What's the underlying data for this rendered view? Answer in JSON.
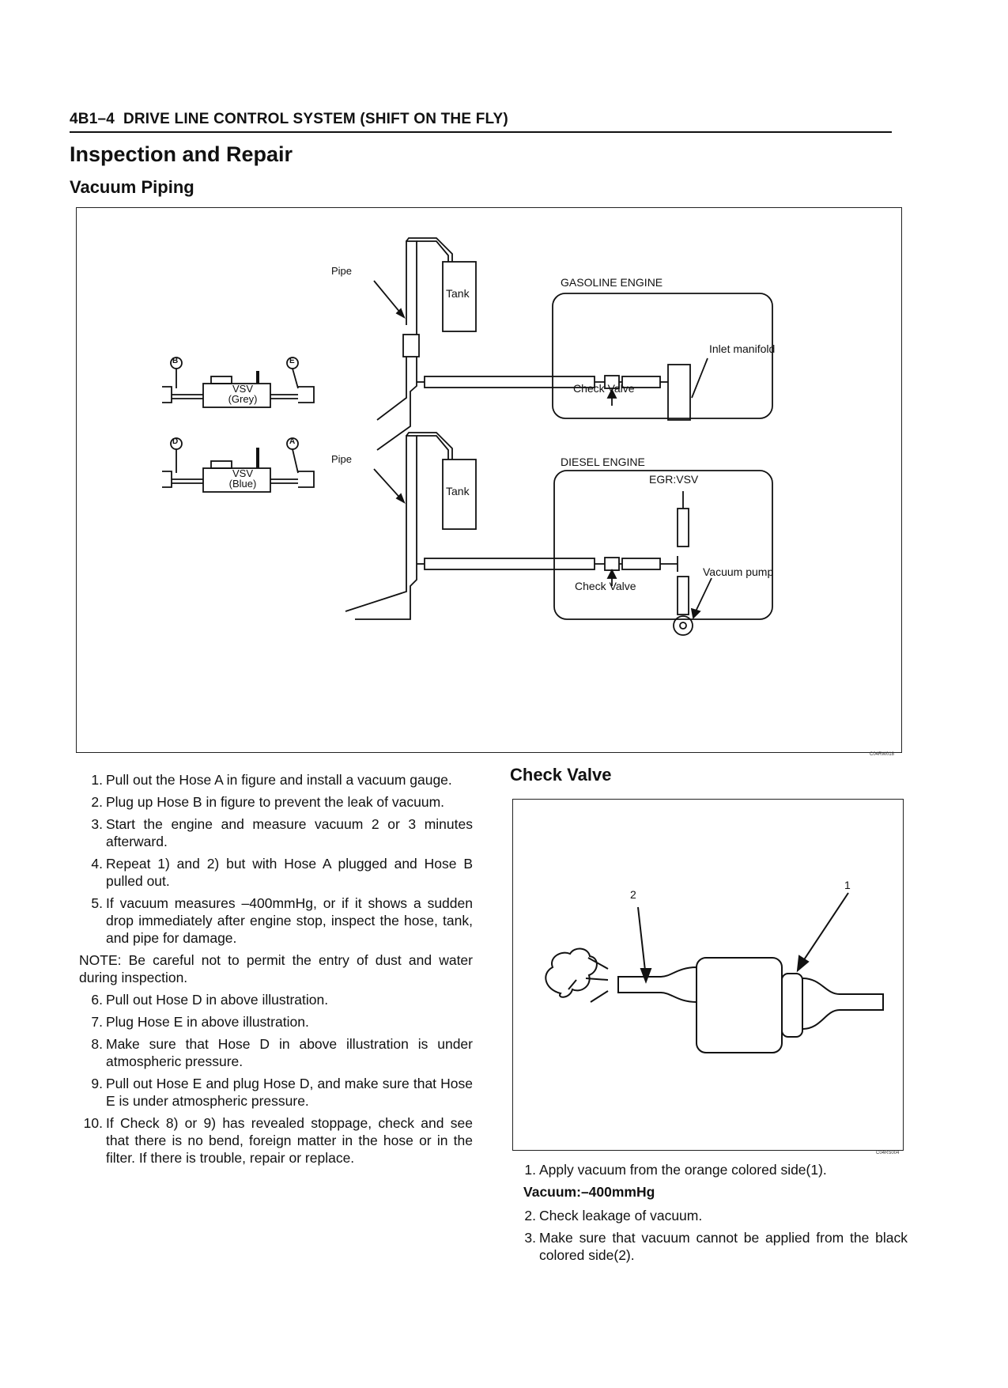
{
  "header": {
    "section": "4B1–4",
    "title": "DRIVE LINE CONTROL SYSTEM (SHIFT ON THE FLY)"
  },
  "heading": "Inspection and Repair",
  "subheading": "Vacuum Piping",
  "figure1": {
    "labels": {
      "pipe_top": "Pipe",
      "tank_top": "Tank",
      "gasoline_engine": "GASOLINE ENGINE",
      "inlet_manifold": "Inlet manifold",
      "check_valve_top": "Check Valve",
      "vsv_grey_1": "VSV",
      "vsv_grey_2": "(Grey)",
      "vsv_blue_1": "VSV",
      "vsv_blue_2": "(Blue)",
      "hose_b": "B",
      "hose_e": "E",
      "hose_d": "D",
      "hose_a": "A",
      "pipe_bottom": "Pipe",
      "tank_bottom": "Tank",
      "diesel_engine": "DIESEL ENGINE",
      "egr_vsv": "EGR:VSV",
      "vacuum_pump": "Vacuum pump",
      "check_valve_bottom": "Check Valve"
    },
    "code": "C04RW018"
  },
  "steps_left": [
    {
      "num": "1.",
      "text": "Pull out the Hose A in figure and install a vacuum gauge."
    },
    {
      "num": "2.",
      "text": "Plug up Hose B in figure to prevent the leak of vacuum."
    },
    {
      "num": "3.",
      "text": "Start the engine and measure vacuum 2 or 3 minutes afterward."
    },
    {
      "num": "4.",
      "text": "Repeat 1) and 2) but with Hose A plugged and Hose B pulled out."
    },
    {
      "num": "5.",
      "text": "If vacuum measures –400mmHg, or if it shows a sudden drop immediately after engine stop, inspect the hose, tank, and pipe for damage."
    }
  ],
  "note": "NOTE: Be careful not to permit the entry of dust and water during inspection.",
  "steps_left_2": [
    {
      "num": "6.",
      "text": "Pull out Hose D in above illustration."
    },
    {
      "num": "7.",
      "text": "Plug Hose E in above illustration."
    },
    {
      "num": "8.",
      "text": "Make sure that Hose D in above illustration is under atmospheric pressure."
    },
    {
      "num": "9.",
      "text": "Pull out Hose E and plug Hose D, and make sure that Hose E is under atmospheric pressure."
    },
    {
      "num": "10.",
      "text": "If Check 8) or 9) has revealed stoppage, check and see that there is no bend, foreign matter in the hose or in the filter. If there is trouble, repair or replace."
    }
  ],
  "check_valve": {
    "heading": "Check Valve",
    "figure": {
      "label_1": "1",
      "label_2": "2",
      "code": "C04RS004"
    },
    "step1": {
      "num": "1.",
      "text": "Apply vacuum from the orange colored side(1)."
    },
    "spec": "Vacuum:–400mmHg",
    "step2": {
      "num": "2.",
      "text": "Check leakage of vacuum."
    },
    "step3": {
      "num": "3.",
      "text": "Make sure that vacuum cannot be applied from the black colored side(2)."
    }
  }
}
